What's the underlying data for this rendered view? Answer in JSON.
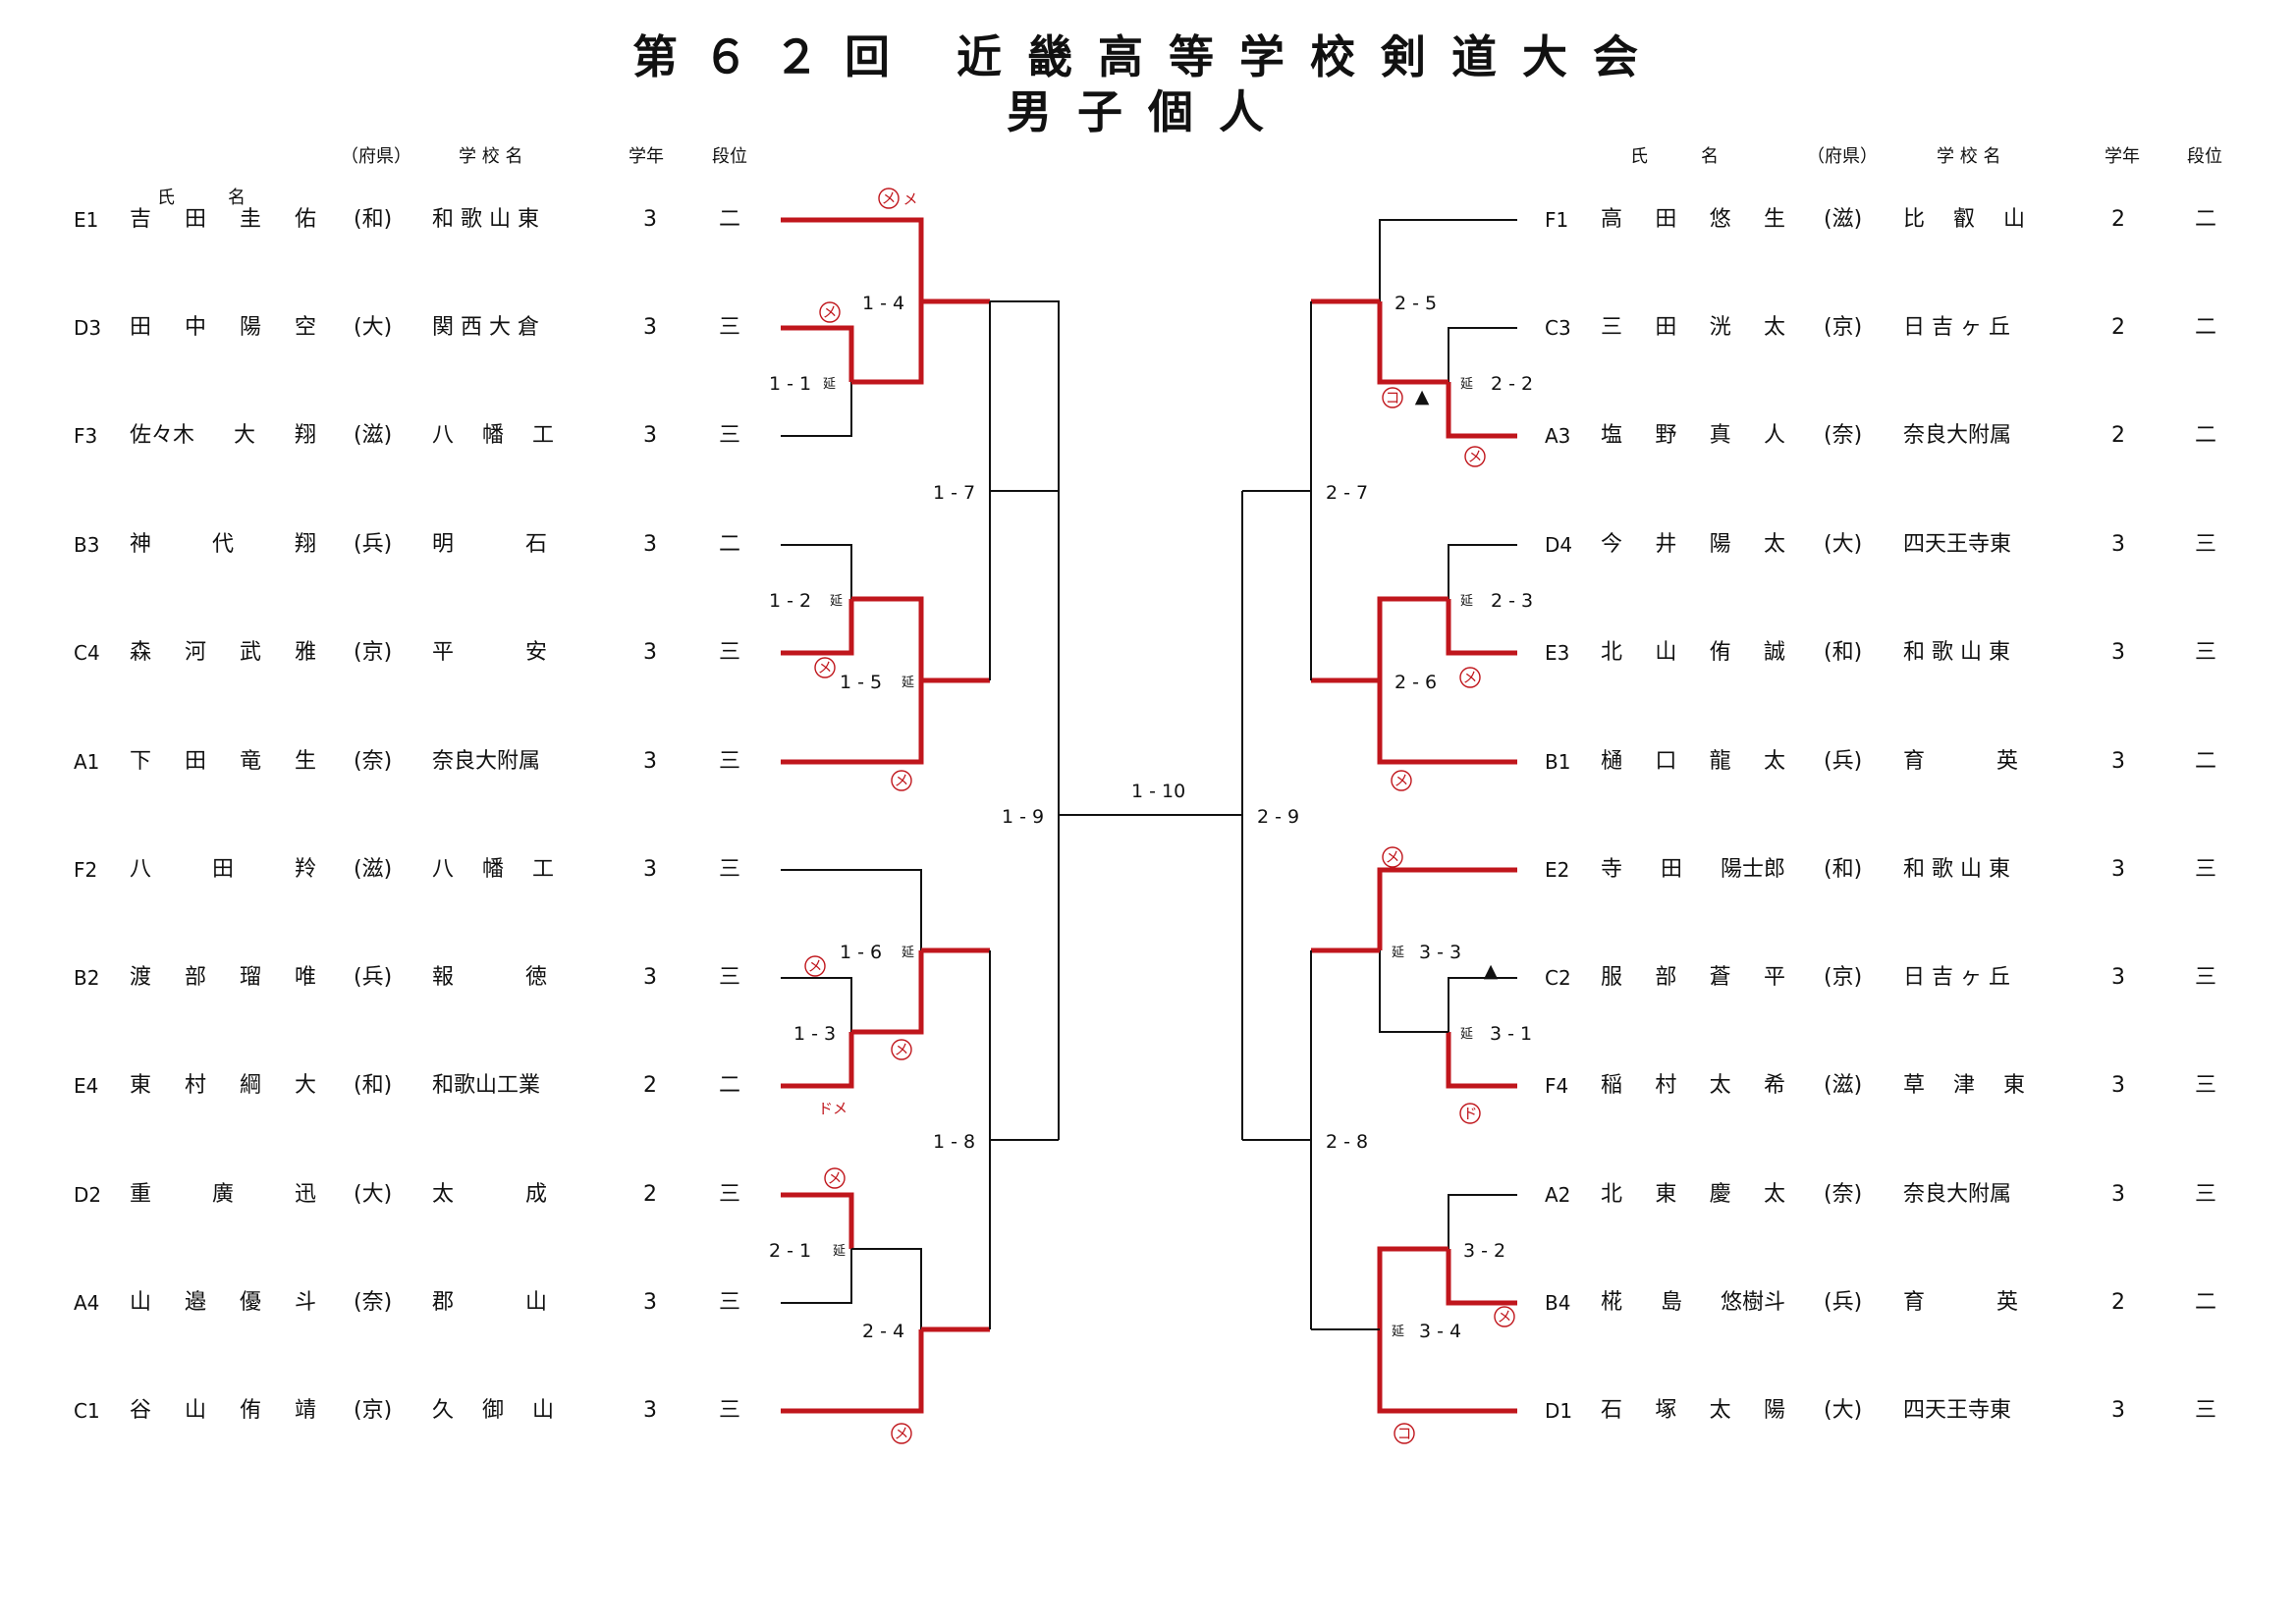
{
  "title": {
    "line1": "第６２回 近畿高等学校剣道大会",
    "line2": "男子個人"
  },
  "headers": {
    "name": "氏　　　名",
    "pref": "（府県）",
    "school": "学 校 名",
    "grade": "学年",
    "rank": "段位"
  },
  "left_players": [
    {
      "seed": "E1",
      "name": [
        "吉",
        "田",
        "圭",
        "佑"
      ],
      "pref": "(和)",
      "school": "和 歌 山 東",
      "grade": "3",
      "rank": "二"
    },
    {
      "seed": "D3",
      "name": [
        "田",
        "中",
        "陽",
        "空"
      ],
      "pref": "(大)",
      "school": "関 西 大 倉",
      "grade": "3",
      "rank": "三"
    },
    {
      "seed": "F3",
      "name": [
        "佐々木",
        "大",
        "翔"
      ],
      "pref": "(滋)",
      "school": "八　 幡　 工",
      "grade": "3",
      "rank": "三"
    },
    {
      "seed": "B3",
      "name": [
        "神",
        "代",
        "翔"
      ],
      "pref": "(兵)",
      "school": "明　　　 石",
      "grade": "3",
      "rank": "二"
    },
    {
      "seed": "C4",
      "name": [
        "森",
        "河",
        "武",
        "雅"
      ],
      "pref": "(京)",
      "school": "平　　　 安",
      "grade": "3",
      "rank": "三"
    },
    {
      "seed": "A1",
      "name": [
        "下",
        "田",
        "竜",
        "生"
      ],
      "pref": "(奈)",
      "school": "奈良大附属",
      "grade": "3",
      "rank": "三"
    },
    {
      "seed": "F2",
      "name": [
        "八",
        "田",
        "羚"
      ],
      "pref": "(滋)",
      "school": "八　 幡　 工",
      "grade": "3",
      "rank": "三"
    },
    {
      "seed": "B2",
      "name": [
        "渡",
        "部",
        "瑠",
        "唯"
      ],
      "pref": "(兵)",
      "school": "報　　　 徳",
      "grade": "3",
      "rank": "三"
    },
    {
      "seed": "E4",
      "name": [
        "東",
        "村",
        "綱",
        "大"
      ],
      "pref": "(和)",
      "school": "和歌山工業",
      "grade": "2",
      "rank": "二"
    },
    {
      "seed": "D2",
      "name": [
        "重",
        "廣",
        "迅"
      ],
      "pref": "(大)",
      "school": "太　　　 成",
      "grade": "2",
      "rank": "三"
    },
    {
      "seed": "A4",
      "name": [
        "山",
        "邉",
        "優",
        "斗"
      ],
      "pref": "(奈)",
      "school": "郡　　　 山",
      "grade": "3",
      "rank": "三"
    },
    {
      "seed": "C1",
      "name": [
        "谷",
        "山",
        "侑",
        "靖"
      ],
      "pref": "(京)",
      "school": "久　 御　 山",
      "grade": "3",
      "rank": "三"
    }
  ],
  "right_players": [
    {
      "seed": "F1",
      "name": [
        "高",
        "田",
        "悠",
        "生"
      ],
      "pref": "(滋)",
      "school": "比　 叡　 山",
      "grade": "2",
      "rank": "二"
    },
    {
      "seed": "C3",
      "name": [
        "三",
        "田",
        "洸",
        "太"
      ],
      "pref": "(京)",
      "school": "日 吉 ヶ 丘",
      "grade": "2",
      "rank": "二"
    },
    {
      "seed": "A3",
      "name": [
        "塩",
        "野",
        "真",
        "人"
      ],
      "pref": "(奈)",
      "school": "奈良大附属",
      "grade": "2",
      "rank": "二"
    },
    {
      "seed": "D4",
      "name": [
        "今",
        "井",
        "陽",
        "太"
      ],
      "pref": "(大)",
      "school": "四天王寺東",
      "grade": "3",
      "rank": "三"
    },
    {
      "seed": "E3",
      "name": [
        "北",
        "山",
        "侑",
        "誠"
      ],
      "pref": "(和)",
      "school": "和 歌 山 東",
      "grade": "3",
      "rank": "三"
    },
    {
      "seed": "B1",
      "name": [
        "樋",
        "口",
        "龍",
        "太"
      ],
      "pref": "(兵)",
      "school": "育　　　 英",
      "grade": "3",
      "rank": "二"
    },
    {
      "seed": "E2",
      "name": [
        "寺",
        "田",
        "陽士郎"
      ],
      "pref": "(和)",
      "school": "和 歌 山 東",
      "grade": "3",
      "rank": "三"
    },
    {
      "seed": "C2",
      "name": [
        "服",
        "部",
        "蒼",
        "平"
      ],
      "pref": "(京)",
      "school": "日 吉 ヶ 丘",
      "grade": "3",
      "rank": "三"
    },
    {
      "seed": "F4",
      "name": [
        "稲",
        "村",
        "太",
        "希"
      ],
      "pref": "(滋)",
      "school": "草　 津　 東",
      "grade": "3",
      "rank": "三"
    },
    {
      "seed": "A2",
      "name": [
        "北",
        "東",
        "慶",
        "太"
      ],
      "pref": "(奈)",
      "school": "奈良大附属",
      "grade": "3",
      "rank": "三"
    },
    {
      "seed": "B4",
      "name": [
        "椛",
        "島",
        "悠樹斗"
      ],
      "pref": "(兵)",
      "school": "育　　　 英",
      "grade": "2",
      "rank": "二"
    },
    {
      "seed": "D1",
      "name": [
        "石",
        "塚",
        "太",
        "陽"
      ],
      "pref": "(大)",
      "school": "四天王寺東",
      "grade": "3",
      "rank": "三"
    }
  ],
  "matches": {
    "m1_1": "1 - 1",
    "m1_2": "1 - 2",
    "m1_3": "1 - 3",
    "m1_4": "1 - 4",
    "m1_5": "1 - 5",
    "m1_6": "1 - 6",
    "m1_7": "1 - 7",
    "m1_8": "1 - 8",
    "m1_9": "1 - 9",
    "m1_10": "1 - 10",
    "m2_1": "2 - 1",
    "m2_2": "2 - 2",
    "m2_3": "2 - 3",
    "m2_4": "2 - 4",
    "m2_5": "2 - 5",
    "m2_6": "2 - 6",
    "m2_7": "2 - 7",
    "m2_8": "2 - 8",
    "m2_9": "2 - 9",
    "m3_1": "3 - 1",
    "m3_2": "3 - 2",
    "m3_3": "3 - 3",
    "m3_4": "3 - 4"
  },
  "marks": {
    "extension": "延",
    "men": "メ",
    "kote": "コ",
    "do": "ド",
    "dome": "ドメ",
    "triangle": "▲"
  },
  "colors": {
    "winner_line": "#c0161c",
    "line": "#111111"
  }
}
